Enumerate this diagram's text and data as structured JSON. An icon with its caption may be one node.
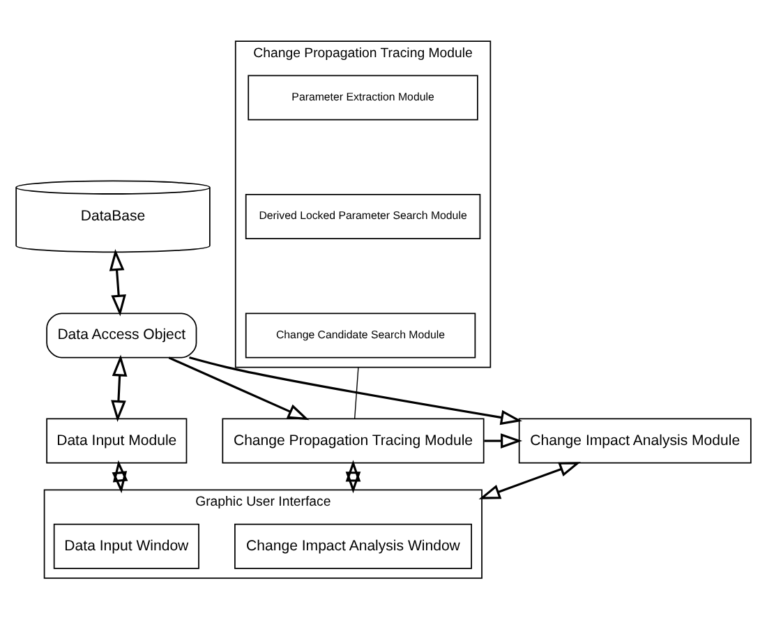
{
  "diagram": {
    "nodes": [
      {
        "text": [
          "DataBase"
        ]
      },
      {
        "text": [
          "Data Access Object"
        ]
      },
      {
        "text": [
          "Change Propagation Tracing Module"
        ]
      },
      {
        "text": [
          "Parameter Extraction Module"
        ],
        "in": 2
      },
      {
        "text": [
          "Derived Locked Parameter Search Module"
        ],
        "in": 2
      },
      {
        "text": [
          "Change Candidate Search Module"
        ],
        "in": 2
      },
      {
        "text": [
          "Data Input Module"
        ]
      },
      {
        "text": [
          "Change Propagation Tracing Module"
        ]
      },
      {
        "text": [
          "Change Impact Analysis Module"
        ]
      },
      {
        "text": [
          "Graphic User Interface"
        ]
      },
      {
        "text": [
          "Data Input Window"
        ],
        "in": 9
      },
      {
        "text": [
          "Change Impact Analysis Window"
        ],
        "in": 9
      }
    ],
    "edges": [
      {
        "from": 0,
        "to": 1,
        "arrow": "both"
      },
      {
        "from": 6,
        "to": 1,
        "arrow": "both"
      },
      {
        "from": 1,
        "to": 7,
        "arrow": "to"
      },
      {
        "from": 1,
        "to": 8,
        "arrow": "to"
      },
      {
        "from": 7,
        "to": 8,
        "arrow": "to"
      },
      {
        "from": 7,
        "to": 2,
        "arrow": "none"
      },
      {
        "from": 6,
        "to": 9,
        "arrow": "both"
      },
      {
        "from": 7,
        "to": 9,
        "arrow": "both"
      },
      {
        "from": 8,
        "to": 9,
        "arrow": "both"
      }
    ]
  }
}
